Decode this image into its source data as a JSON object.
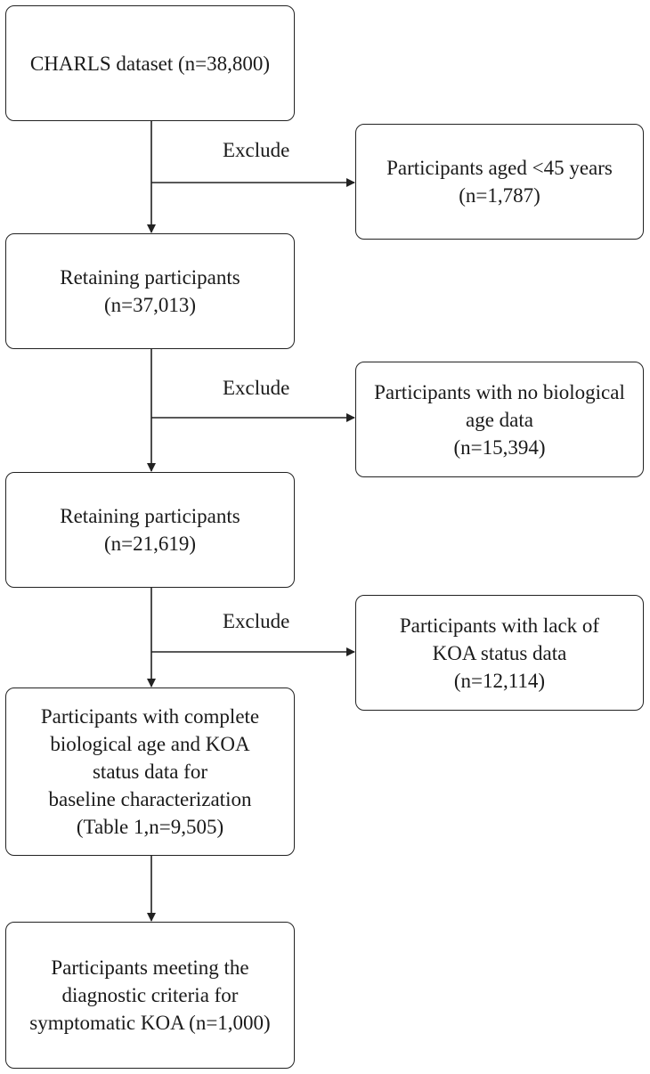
{
  "main_flow": [
    {
      "id": "dataset",
      "text": "CHARLS dataset (n=38,800)"
    },
    {
      "id": "retain1",
      "text": "Retaining participants\n(n=37,013)"
    },
    {
      "id": "retain2",
      "text": "Retaining participants\n(n=21,619)"
    },
    {
      "id": "complete",
      "text": "Participants with complete\nbiological age and KOA\nstatus data for\nbaseline characterization\n(Table 1,n=9,505)"
    },
    {
      "id": "symptomatic",
      "text": "Participants meeting the\ndiagnostic criteria for\nsymptomatic KOA (n=1,000)"
    }
  ],
  "exclusions": [
    {
      "label": "Exclude",
      "text": "Participants aged <45 years\n(n=1,787)"
    },
    {
      "label": "Exclude",
      "text": "Participants with no biological\nage data\n(n=15,394)"
    },
    {
      "label": "Exclude",
      "text": "Participants with lack of\nKOA status data\n(n=12,114)"
    }
  ]
}
